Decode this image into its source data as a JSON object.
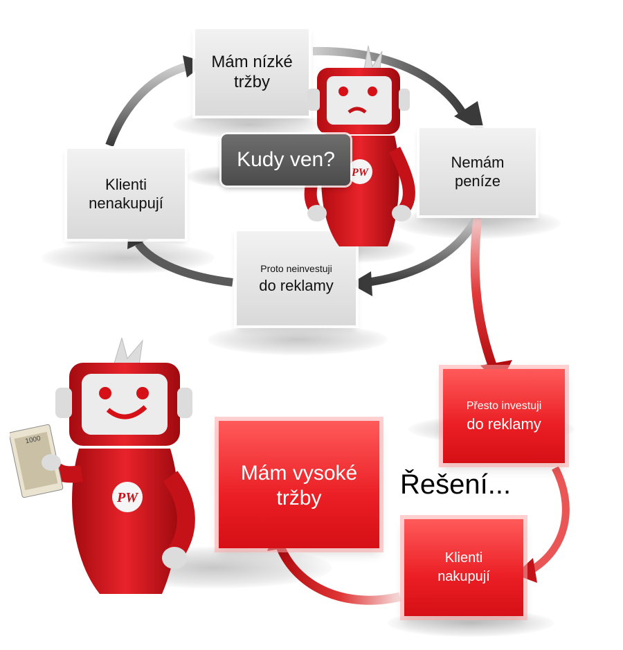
{
  "cycle": {
    "box_low_sales": [
      "Mám nízké",
      "tržby"
    ],
    "box_no_money": [
      "Nemám",
      "peníze"
    ],
    "box_no_invest_line1": "Proto neinvestuji",
    "box_no_invest_line2": "do reklamy",
    "box_clients_not_buying": [
      "Klienti",
      "nenakupují"
    ]
  },
  "speech_bubble": "Kudy ven?",
  "solution": {
    "heading": "Řešení...",
    "box_invest_line1": "Přesto investuji",
    "box_invest_line2": "do reklamy",
    "box_clients_buying": [
      "Klienti",
      "nakupují"
    ],
    "box_high_sales": [
      "Mám vysoké",
      "tržby"
    ]
  },
  "mascot_logo": "PW",
  "banknote_value": "1000",
  "colors": {
    "brand_red": "#e31e24",
    "grey_box": "#dedede",
    "arrow_grey": "#444444",
    "speech_bubble": "#5a5a5a"
  }
}
